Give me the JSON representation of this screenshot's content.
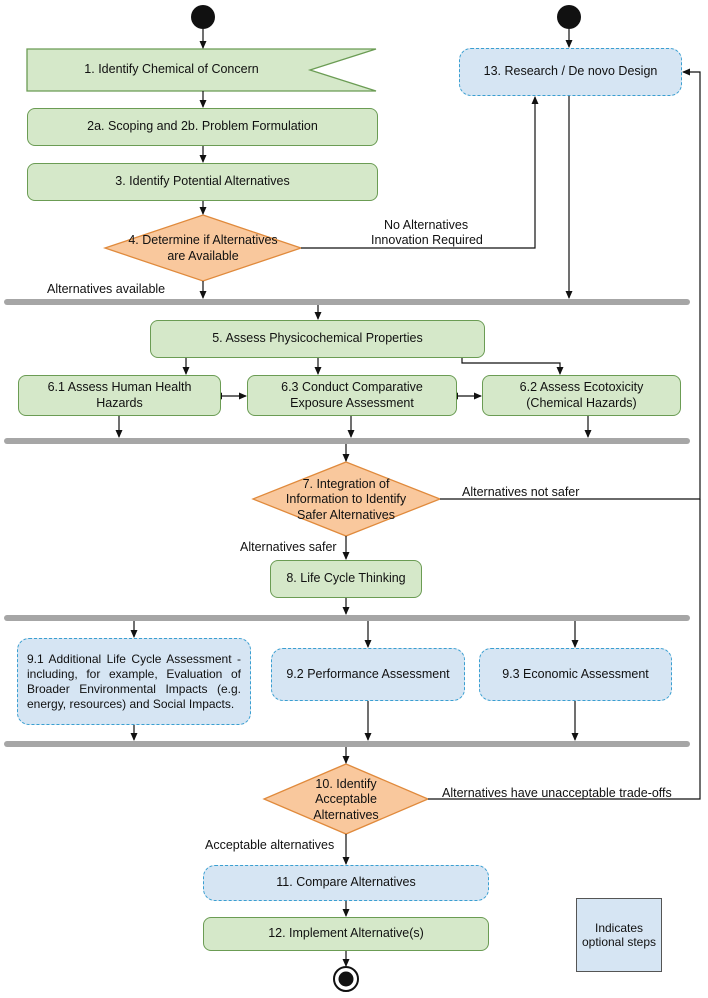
{
  "nodes": {
    "step1": "1. Identify Chemical of Concern",
    "step2": "2a. Scoping and 2b. Problem Formulation",
    "step3": "3. Identify Potential Alternatives",
    "step4": "4. Determine if Alternatives are Available",
    "step5": "5. Assess Physicochemical Properties",
    "step61": "6.1 Assess Human Health Hazards",
    "step63": "6.3 Conduct Comparative Exposure Assessment",
    "step62": "6.2 Assess Ecotoxicity (Chemical Hazards)",
    "step7": "7. Integration of Information to Identify Safer Alternatives",
    "step8": "8. Life Cycle Thinking",
    "step91": "9.1 Additional Life Cycle Assessment - including, for example, Evaluation of Broader Environmental Impacts (e.g. energy, resources) and Social Impacts.",
    "step92": "9.2 Performance Assessment",
    "step93": "9.3 Economic Assessment",
    "step10": "10. Identify Acceptable Alternatives",
    "step11": "11. Compare Alternatives",
    "step12": "12. Implement Alternative(s)",
    "step13": "13. Research / De novo Design"
  },
  "edge_labels": {
    "no_alternatives": "No Alternatives",
    "innovation_required": "Innovation Required",
    "alternatives_available": "Alternatives available",
    "alternatives_not_safer": "Alternatives not safer",
    "alternatives_safer": "Alternatives safer",
    "unacceptable_tradeoffs": "Alternatives have unacceptable trade-offs",
    "acceptable_alternatives": "Acceptable alternatives"
  },
  "legend": {
    "text": "Indicates optional steps"
  },
  "colors": {
    "required_step_fill": "#d5e8c9",
    "required_step_border": "#6b9c54",
    "optional_step_fill": "#d6e5f3",
    "optional_step_border": "#3a9fd1",
    "decision_fill": "#f9c89d",
    "decision_border": "#e08a3c",
    "sync_bar": "#a6a6a6"
  }
}
